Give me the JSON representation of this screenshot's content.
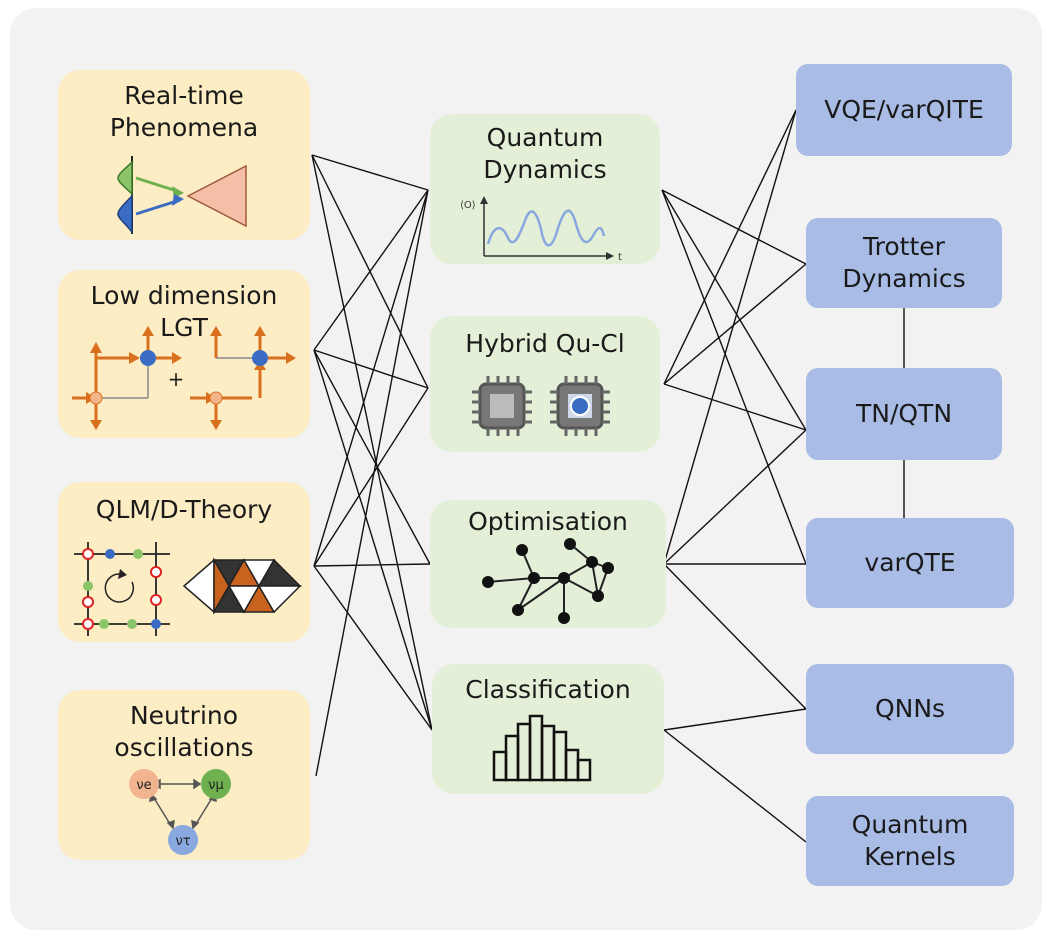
{
  "inputs": [
    {
      "id": "realtime",
      "label": "Real-time\nPhenomena"
    },
    {
      "id": "lowdim",
      "label": "Low dimension\nLGT"
    },
    {
      "id": "qlm",
      "label": "QLM/D-Theory"
    },
    {
      "id": "neutrino",
      "label": "Neutrino\noscillations"
    }
  ],
  "tasks": [
    {
      "id": "dynamics",
      "label": "Quantum\nDynamics"
    },
    {
      "id": "hybrid",
      "label": "Hybrid Qu-Cl"
    },
    {
      "id": "optimisation",
      "label": "Optimisation"
    },
    {
      "id": "classification",
      "label": "Classification"
    }
  ],
  "methods": [
    {
      "id": "vqe",
      "label": "VQE/varQITE"
    },
    {
      "id": "trotter",
      "label": "Trotter\nDynamics"
    },
    {
      "id": "tn",
      "label": "TN/QTN"
    },
    {
      "id": "varqte",
      "label": "varQTE"
    },
    {
      "id": "qnn",
      "label": "QNNs"
    },
    {
      "id": "kernels",
      "label": "Quantum\nKernels"
    }
  ],
  "icon_text": {
    "dyn_y_axis": "⟨O⟩",
    "dyn_x_axis": "t",
    "plus": "+",
    "nu_e": "νe",
    "nu_mu": "νμ",
    "nu_tau": "ντ"
  },
  "colors": {
    "input_box": "#fdedc4",
    "task_box": "#e3f0d7",
    "method_box": "#a9bce6",
    "panel": "#f2f2f2",
    "orange_arrow": "#d9701e",
    "blue_node": "#3a6cc4",
    "green_node": "#8cc46a"
  },
  "connections": [
    [
      "realtime",
      "dynamics"
    ],
    [
      "realtime",
      "hybrid"
    ],
    [
      "realtime",
      "classification"
    ],
    [
      "lowdim",
      "dynamics"
    ],
    [
      "lowdim",
      "hybrid"
    ],
    [
      "lowdim",
      "optimisation"
    ],
    [
      "lowdim",
      "classification"
    ],
    [
      "qlm",
      "dynamics"
    ],
    [
      "qlm",
      "hybrid"
    ],
    [
      "qlm",
      "optimisation"
    ],
    [
      "qlm",
      "classification"
    ],
    [
      "neutrino",
      "dynamics"
    ],
    [
      "dynamics",
      "trotter"
    ],
    [
      "dynamics",
      "tn"
    ],
    [
      "dynamics",
      "varqte"
    ],
    [
      "hybrid",
      "vqe"
    ],
    [
      "hybrid",
      "trotter"
    ],
    [
      "hybrid",
      "tn"
    ],
    [
      "optimisation",
      "vqe"
    ],
    [
      "optimisation",
      "tn"
    ],
    [
      "optimisation",
      "varqte"
    ],
    [
      "optimisation",
      "qnn"
    ],
    [
      "classification",
      "qnn"
    ],
    [
      "classification",
      "kernels"
    ],
    [
      "trotter",
      "tn"
    ],
    [
      "tn",
      "varqte"
    ]
  ]
}
